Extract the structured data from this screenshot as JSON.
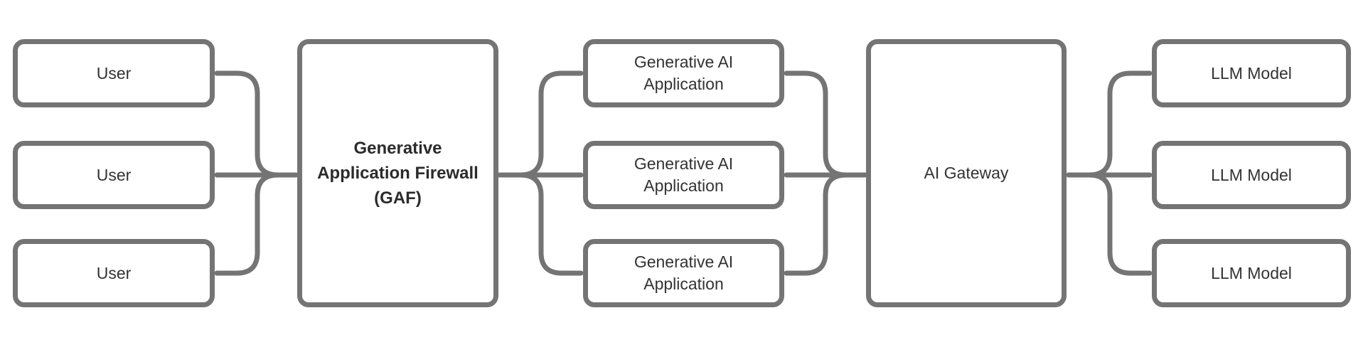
{
  "diagram": {
    "colors": {
      "background": "#ffffff",
      "node_fill": "#ffffff",
      "node_border": "#747474",
      "edge": "#747474",
      "text": "#333333",
      "emphasis_text": "#2b2b2b"
    },
    "nodes": {
      "user_1": {
        "label": "User"
      },
      "user_2": {
        "label": "User"
      },
      "user_3": {
        "label": "User"
      },
      "gaf": {
        "line1": "Generative",
        "line2": "Application Firewall",
        "line3": "(GAF)"
      },
      "app_1": {
        "line1": "Generative AI",
        "line2": "Application"
      },
      "app_2": {
        "line1": "Generative AI",
        "line2": "Application"
      },
      "app_3": {
        "line1": "Generative AI",
        "line2": "Application"
      },
      "gateway": {
        "label": "AI Gateway"
      },
      "llm_1": {
        "label": "LLM Model"
      },
      "llm_2": {
        "label": "LLM Model"
      },
      "llm_3": {
        "label": "LLM Model"
      }
    },
    "edges": [
      {
        "from": "user_1",
        "to": "gaf"
      },
      {
        "from": "user_2",
        "to": "gaf"
      },
      {
        "from": "user_3",
        "to": "gaf"
      },
      {
        "from": "app_1",
        "to": "gaf"
      },
      {
        "from": "app_2",
        "to": "gaf"
      },
      {
        "from": "app_3",
        "to": "gaf"
      },
      {
        "from": "app_1",
        "to": "gateway"
      },
      {
        "from": "app_2",
        "to": "gateway"
      },
      {
        "from": "app_3",
        "to": "gateway"
      },
      {
        "from": "llm_1",
        "to": "gateway"
      },
      {
        "from": "llm_2",
        "to": "gateway"
      },
      {
        "from": "llm_3",
        "to": "gateway"
      }
    ]
  }
}
